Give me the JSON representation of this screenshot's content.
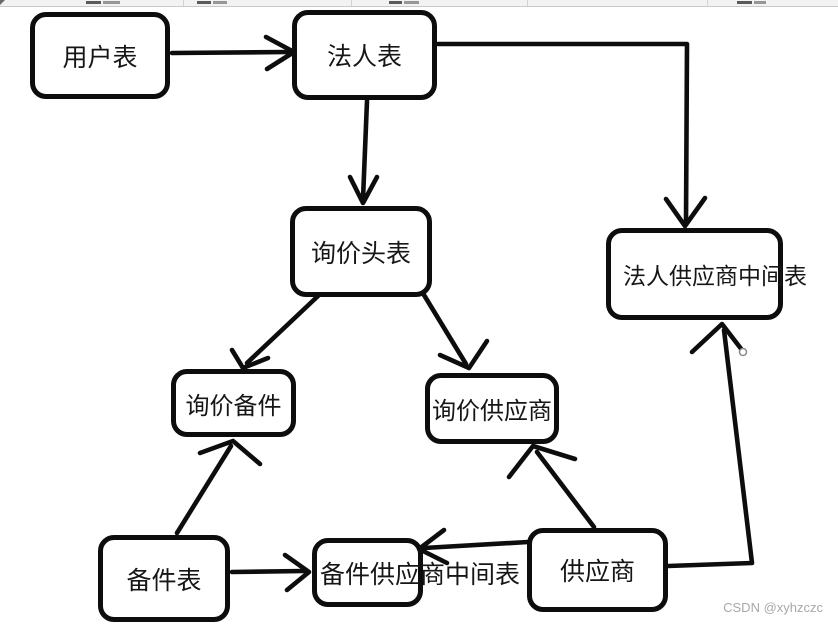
{
  "watermark": {
    "text": "CSDN @xyhzczc",
    "color": "#a8a8a8"
  },
  "toolbar": {
    "state": "cropped-sliver",
    "background": "#f2f2f3"
  },
  "diagram": {
    "stroke_color": "#0d0d0d",
    "node_fill": "#ffffff",
    "nodes": [
      {
        "id": "user-table",
        "label": "用户表"
      },
      {
        "id": "legal-person-table",
        "label": "法人表"
      },
      {
        "id": "inquiry-header-table",
        "label": "询价头表"
      },
      {
        "id": "legal-supplier-junction-table",
        "label": "法人供应商中间表"
      },
      {
        "id": "inquiry-parts",
        "label": "询价备件"
      },
      {
        "id": "inquiry-supplier",
        "label": "询价供应商"
      },
      {
        "id": "parts-table",
        "label": "备件表"
      },
      {
        "id": "parts-supplier-junction-table",
        "label": "备件供应商中间表"
      },
      {
        "id": "supplier",
        "label": "供应商"
      }
    ],
    "edges": [
      {
        "from": "用户表",
        "to": "法人表"
      },
      {
        "from": "法人表",
        "to": "询价头表"
      },
      {
        "from": "法人表",
        "to": "法人供应商中间表"
      },
      {
        "from": "询价头表",
        "to": "询价备件"
      },
      {
        "from": "询价头表",
        "to": "询价供应商"
      },
      {
        "from": "备件表",
        "to": "询价备件"
      },
      {
        "from": "备件表",
        "to": "备件供应商中间表"
      },
      {
        "from": "供应商",
        "to": "备件供应商中间表"
      },
      {
        "from": "供应商",
        "to": "询价供应商"
      },
      {
        "from": "供应商",
        "to": "法人供应商中间表"
      }
    ]
  }
}
